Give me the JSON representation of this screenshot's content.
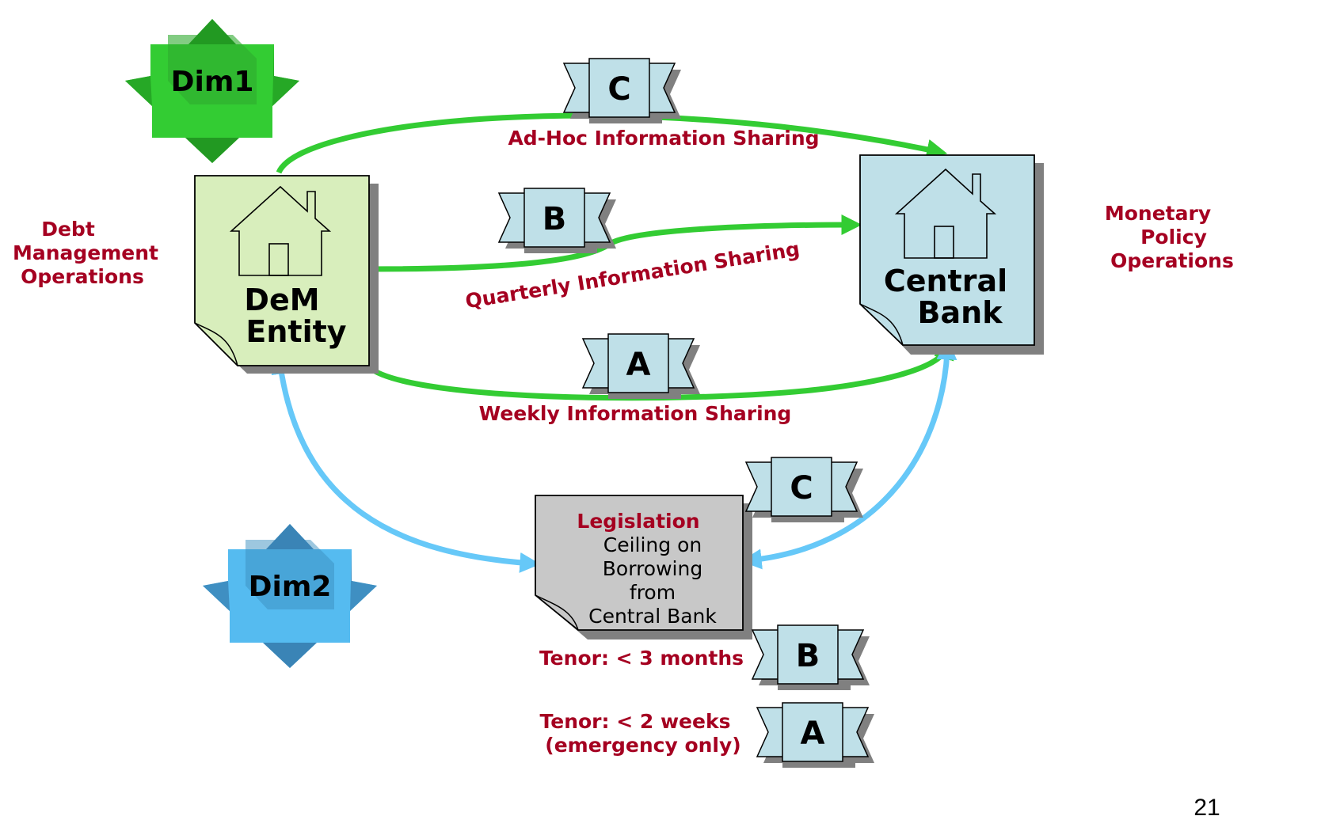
{
  "dimensions": {
    "dim1": {
      "label": "Dim1",
      "color": "#33cc33"
    },
    "dim2": {
      "label": "Dim2",
      "color": "#55bbf0"
    }
  },
  "side_labels": {
    "left": [
      "Debt",
      "Management",
      "Operations"
    ],
    "right": [
      "Monetary",
      "Policy",
      "Operations"
    ]
  },
  "entities": {
    "dem": {
      "title": [
        "DeM",
        "Entity"
      ],
      "fill": "#d8eebc"
    },
    "central_bank": {
      "title": [
        "Central",
        "Bank"
      ],
      "fill": "#bfe0e8"
    }
  },
  "flows": {
    "adhoc": {
      "label": "Ad-Hoc Information Sharing",
      "badge": "C"
    },
    "quarterly": {
      "label": "Quarterly Information Sharing",
      "badge": "B"
    },
    "weekly": {
      "label": "Weekly Information Sharing",
      "badge": "A"
    }
  },
  "legislation": {
    "heading": "Legislation",
    "body": [
      "Ceiling on",
      "Borrowing",
      "from",
      "Central Bank"
    ],
    "badge": "C"
  },
  "tenors": [
    {
      "lines": [
        "Tenor: < 3 months"
      ],
      "badge": "B"
    },
    {
      "lines": [
        "Tenor: < 2 weeks",
        "(emergency only)"
      ],
      "badge": "A"
    }
  ],
  "colors": {
    "label_red": "#a50021",
    "green_arrow": "#33cc33",
    "blue_arrow": "#66c8f8",
    "badge_fill": "#bfe0e8",
    "legislation_fill": "#c8c8c8"
  },
  "page_number": "21"
}
